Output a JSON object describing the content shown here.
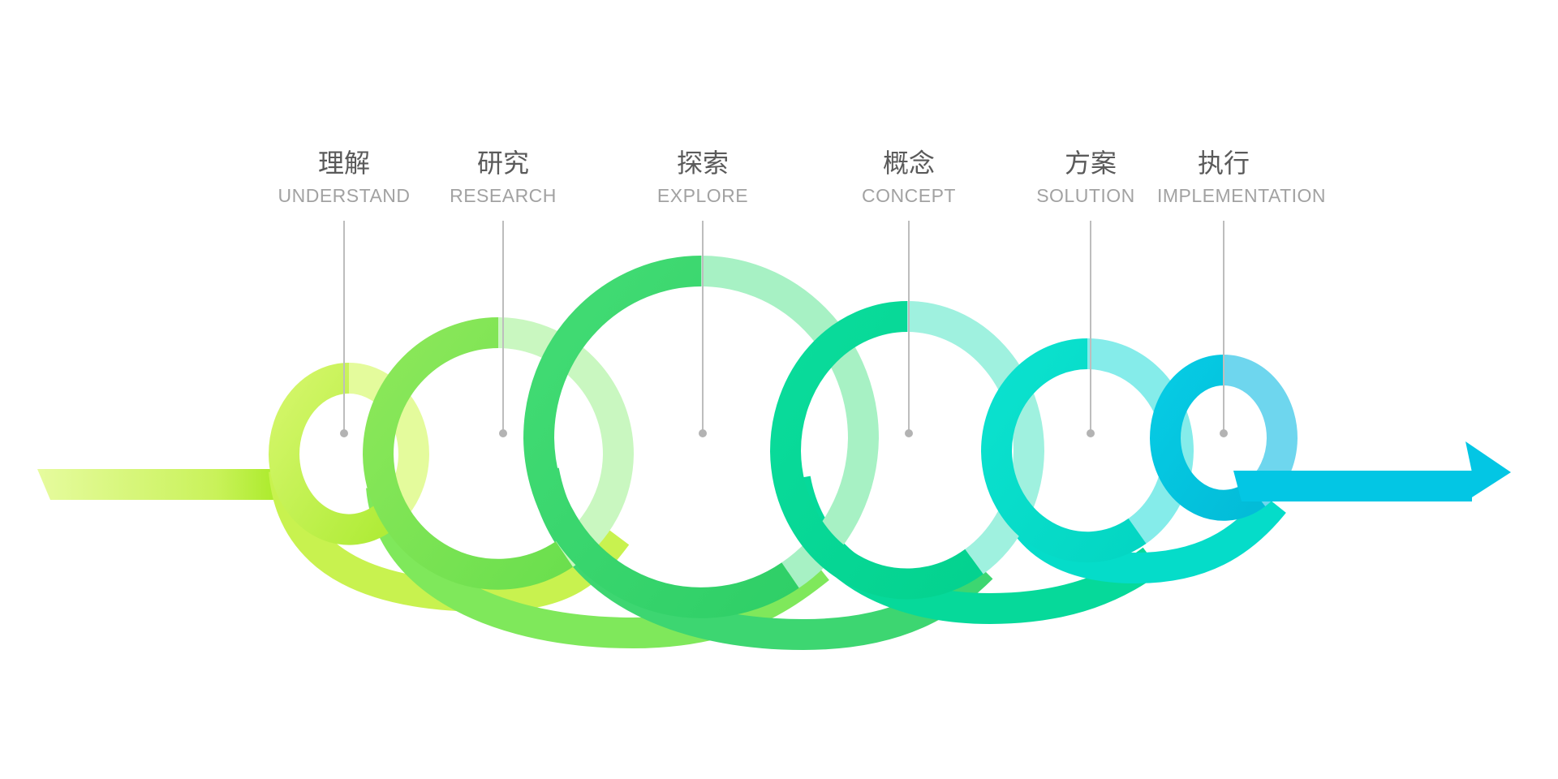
{
  "diagram": {
    "colors": {
      "lime_light": "#e3fa9a",
      "lime": "#c8f24f",
      "yellow_green": "#a8ea28",
      "light_green": "#7fe85b",
      "green": "#3dd671",
      "emerald": "#06d99a",
      "turquoise": "#05dcc9",
      "cyan": "#03c6e4",
      "label_text": "#5a5a5a",
      "label_subtext": "#a2a2a2",
      "leader_line": "#bdbdbd"
    },
    "stages": [
      {
        "id": "understand",
        "title": "理解",
        "subtitle": "UNDERSTAND"
      },
      {
        "id": "research",
        "title": "研究",
        "subtitle": "RESEARCH"
      },
      {
        "id": "explore",
        "title": "探索",
        "subtitle": "EXPLORE"
      },
      {
        "id": "concept",
        "title": "概念",
        "subtitle": "CONCEPT"
      },
      {
        "id": "solution",
        "title": "方案",
        "subtitle": "SOLUTION"
      },
      {
        "id": "implementation",
        "title": "执行",
        "subtitle": "IMPLEMENTATION"
      }
    ],
    "connector": "arrow-head"
  }
}
